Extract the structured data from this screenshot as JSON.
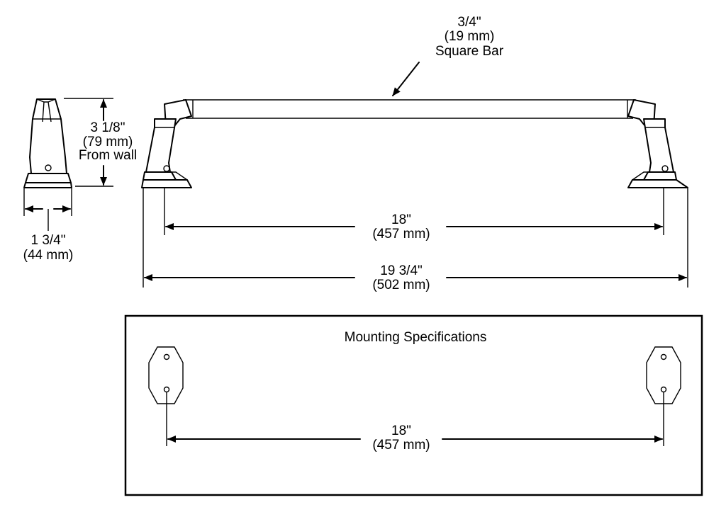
{
  "callouts": {
    "bar_size": {
      "line1": "3/4\"",
      "line2": "(19 mm)",
      "line3": "Square Bar"
    },
    "projection": {
      "line1": "3 1/8\"",
      "line2": "(79 mm)",
      "line3": "From wall"
    },
    "post_width": {
      "line1": "1 3/4\"",
      "line2": "(44 mm)"
    },
    "center_to_center": {
      "line1": "18\"",
      "line2": "(457 mm)"
    },
    "overall_length": {
      "line1": "19 3/4\"",
      "line2": "(502 mm)"
    }
  },
  "mounting": {
    "title": "Mounting Specifications",
    "spacing": {
      "line1": "18\"",
      "line2": "(457 mm)"
    }
  }
}
